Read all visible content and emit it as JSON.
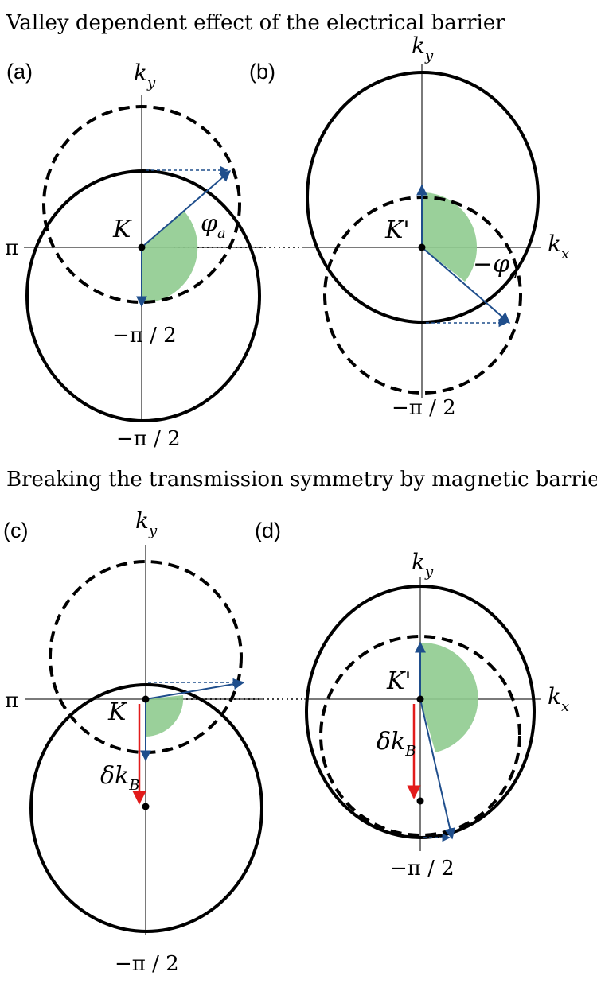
{
  "titles": {
    "top": "Valley dependent effect of the electrical barrier",
    "bottom": "Breaking the transmission symmetry by magnetic barrier"
  },
  "panels": {
    "a": {
      "label": "(a)",
      "ky": "k",
      "ky_sub": "y",
      "point": "K",
      "angle": "φ",
      "angle_sub": "a",
      "pi_left": "π",
      "tick_inner": "−π / 2",
      "tick_outer": "−π / 2"
    },
    "b": {
      "label": "(b)",
      "ky": "k",
      "ky_sub": "y",
      "kx": "k",
      "kx_sub": "x",
      "point": "K'",
      "angle": "−φ",
      "angle_sub": "a",
      "tick": "−π / 2"
    },
    "c": {
      "label": "(c)",
      "ky": "k",
      "ky_sub": "y",
      "point": "K",
      "shift": "δk",
      "shift_sub": "B",
      "pi_left": "π",
      "tick": "−π / 2"
    },
    "d": {
      "label": "(d)",
      "ky": "k",
      "ky_sub": "y",
      "kx": "k",
      "kx_sub": "x",
      "point": "K'",
      "shift": "δk",
      "shift_sub": "B",
      "tick": "−π / 2"
    }
  },
  "colors": {
    "wedge": "#8fcb8f",
    "vector": "#1f4e8c",
    "shift_arrow": "#e21b1b"
  }
}
